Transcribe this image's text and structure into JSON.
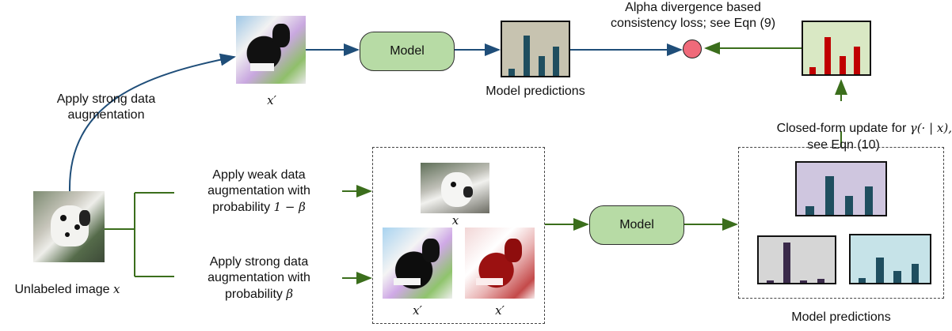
{
  "labels": {
    "strong_aug": [
      "Apply strong data",
      "augmentation"
    ],
    "weak_aug": [
      "Apply weak data",
      "augmentation with",
      "probability"
    ],
    "weak_prob": "1 − β",
    "strong_aug2": [
      "Apply strong data",
      "augmentation with",
      "probability"
    ],
    "strong_prob": "β",
    "unlabeled": "Unlabeled image",
    "unlabeled_var": "x",
    "x_prime": "x′",
    "x": "x",
    "model": "Model",
    "model_predictions": "Model predictions",
    "alpha": [
      "Alpha divergence based",
      "consistency loss; see Eqn (9)"
    ],
    "closed_form": "Closed-form update for",
    "closed_form_math": "γ(· | x),",
    "see_eqn10": "see Eqn (10)"
  },
  "colors": {
    "blue_arrow": "#1f4e79",
    "green_arrow": "#3b6e1c",
    "model_fill": "#b7dba5",
    "loss_node": "#f06a7a"
  },
  "charts": [
    {
      "id": "top_pred",
      "fill": "#c7c3b0",
      "bar_color": "#1f4e5f",
      "values": [
        0.15,
        0.82,
        0.4,
        0.6
      ]
    },
    {
      "id": "target",
      "fill": "#d9e8c4",
      "bar_color": "#c00000",
      "values": [
        0.15,
        0.78,
        0.38,
        0.58
      ]
    },
    {
      "id": "purple",
      "fill": "#cfc6df",
      "bar_color": "#1f4e5f",
      "values": [
        0.18,
        0.82,
        0.4,
        0.6
      ]
    },
    {
      "id": "gray",
      "fill": "#d6d6d6",
      "bar_color": "#3a2a4a",
      "values": [
        0.05,
        0.98,
        0.05,
        0.1
      ]
    },
    {
      "id": "cyan",
      "fill": "#c6e3e8",
      "bar_color": "#1f4e5f",
      "values": [
        0.12,
        0.6,
        0.27,
        0.45
      ]
    }
  ]
}
